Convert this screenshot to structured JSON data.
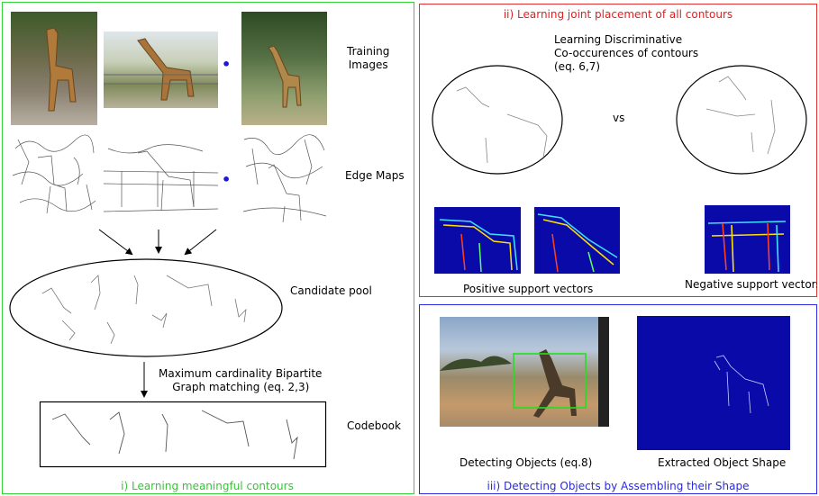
{
  "panel1": {
    "caption": "i) Learning meaningful contours",
    "training_label": "Training\nImages",
    "edge_label": "Edge Maps",
    "pool_label": "Candidate pool",
    "matching_label": "Maximum cardinality Bipartite\n    Graph matching (eq. 2,3)",
    "codebook_label": "Codebook",
    "ellipsis": "• •"
  },
  "panel2": {
    "title": "ii) Learning joint placement of all contours",
    "discriminative_label": "Learning Discriminative\nCo-occurences of contours\n(eq. 6,7)",
    "vs_label": "vs",
    "positive_label": "Positive support vectors",
    "negative_label": "Negative support vectors"
  },
  "panel3": {
    "caption": "iii) Detecting Objects by Assembling their Shape",
    "detect_label": "Detecting Objects (eq.8)",
    "extract_label": "Extracted Object Shape"
  },
  "colors": {
    "panel1_border": "#35d435",
    "panel2_border": "#e03030",
    "panel3_border": "#2a2ae0",
    "heatmap_bg": "#0a0aa8",
    "detection_box": "#22e022"
  }
}
